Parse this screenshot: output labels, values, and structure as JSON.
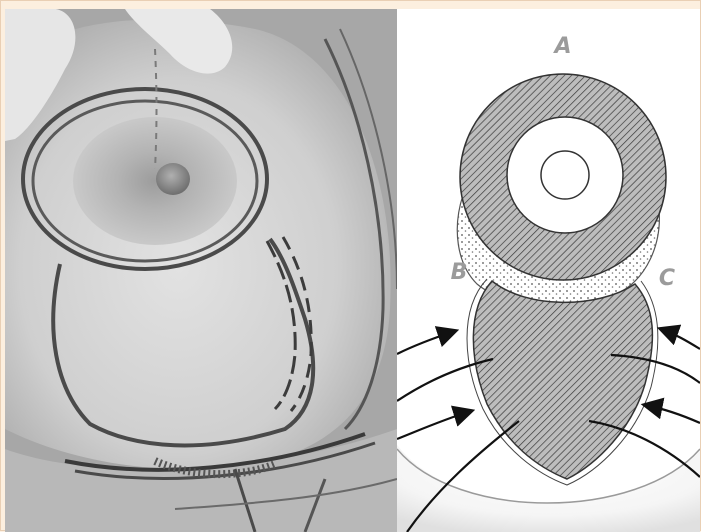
{
  "figure": {
    "labels": {
      "a": "A",
      "b": "B",
      "c": "C"
    }
  },
  "colors": {
    "page_background": "#fdf1e4",
    "photo_skin_light": "#d9d9d9",
    "photo_skin_shadow": "#8a8a8a",
    "marker_line": "#4a4a4a",
    "diagram_hatch": "#3a3a3a",
    "diagram_fill": "#bdbdbd",
    "label_gray": "#9b9b9b"
  }
}
